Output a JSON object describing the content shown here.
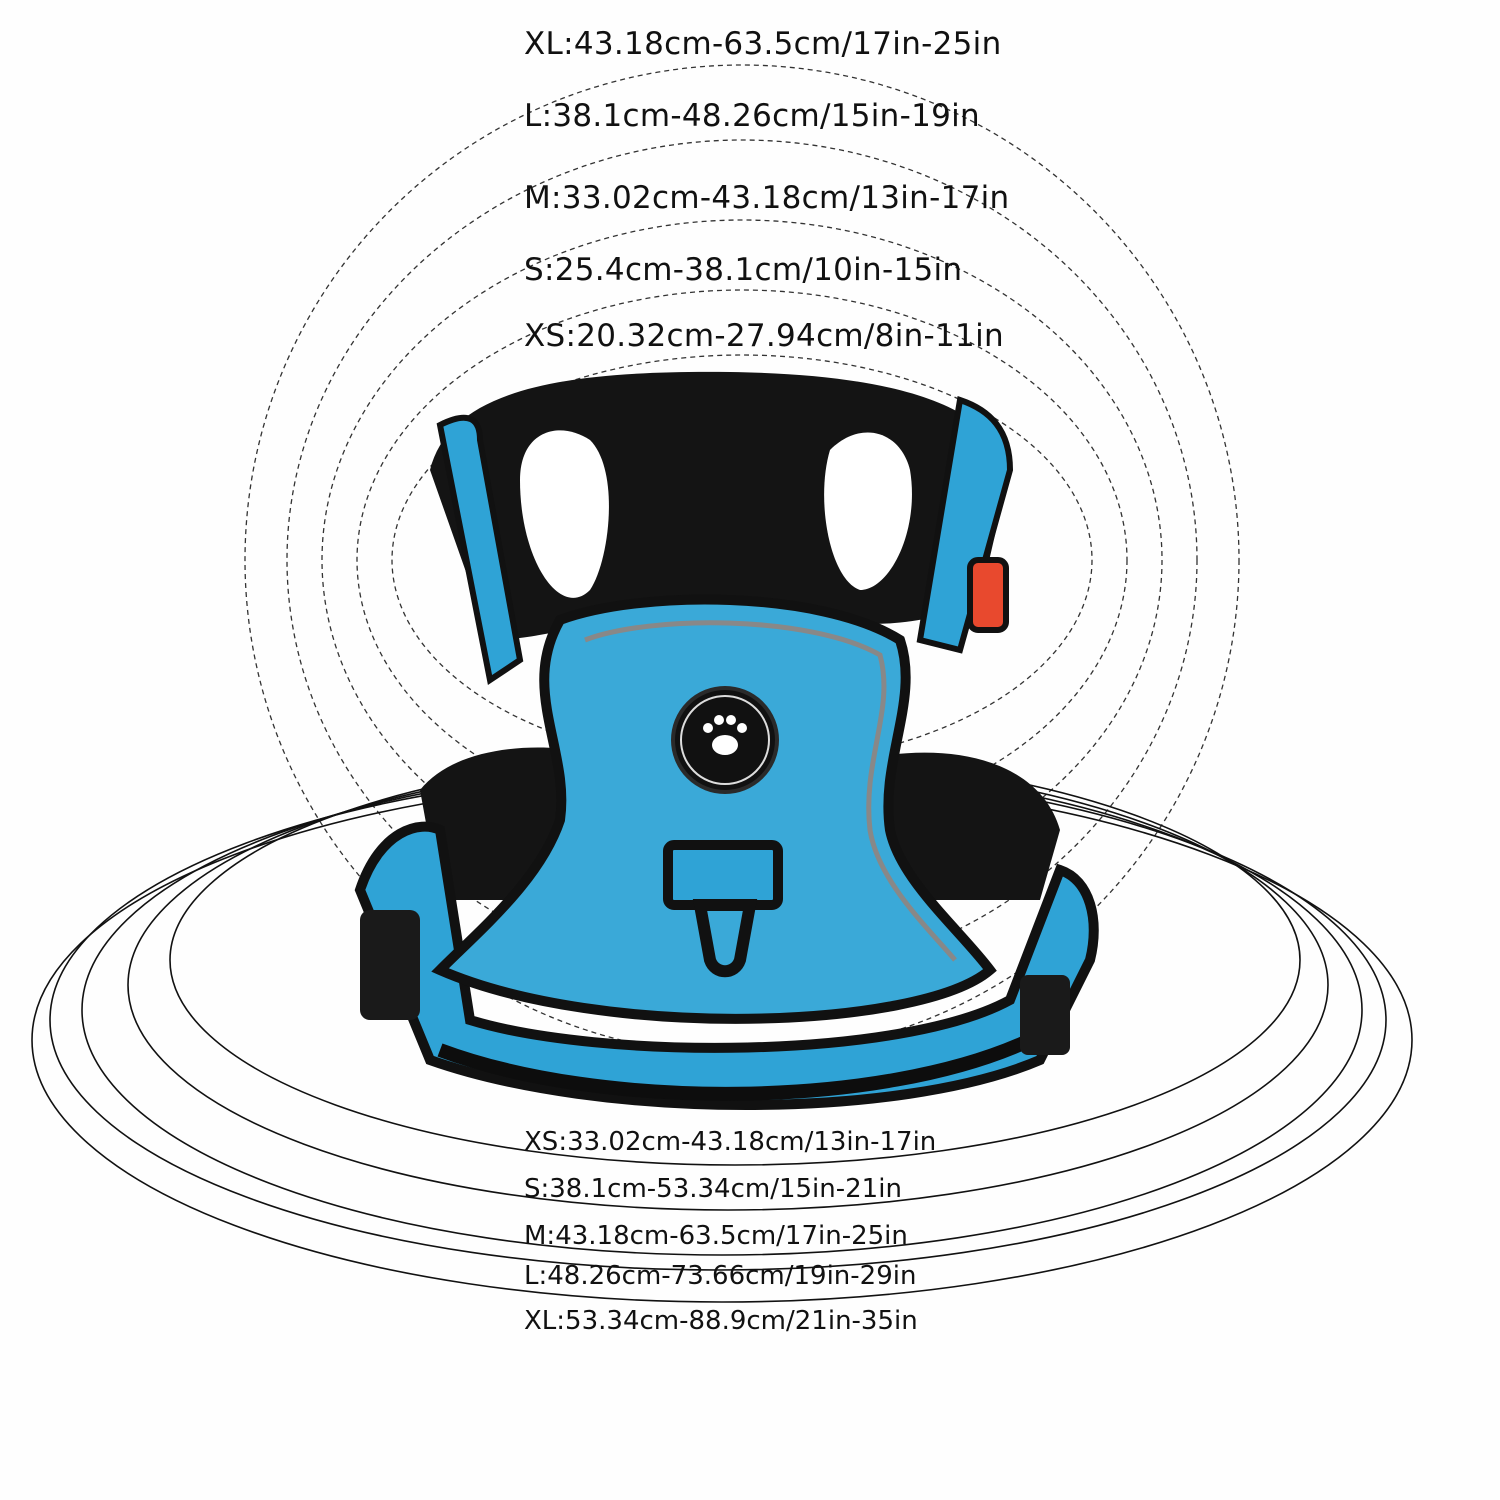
{
  "neck_sizes": [
    {
      "size": "XL",
      "label": "XL:43.18cm-63.5cm/17in-25in"
    },
    {
      "size": "L",
      "label": "L:38.1cm-48.26cm/15in-19in"
    },
    {
      "size": "M",
      "label": "M:33.02cm-43.18cm/13in-17in"
    },
    {
      "size": "S",
      "label": "S:25.4cm-38.1cm/10in-15in"
    },
    {
      "size": "XS",
      "label": "XS:20.32cm-27.94cm/8in-11in"
    }
  ],
  "chest_sizes": [
    {
      "size": "XS",
      "label": "XS:33.02cm-43.18cm/13in-17in"
    },
    {
      "size": "S",
      "label": "S:38.1cm-53.34cm/15in-21in"
    },
    {
      "size": "M",
      "label": "M:43.18cm-63.5cm/17in-25in"
    },
    {
      "size": "L",
      "label": "L:48.26cm-73.66cm/19in-29in"
    },
    {
      "size": "XL",
      "label": "XL:53.34cm-88.9cm/21in-35in"
    }
  ],
  "colors": {
    "harness_blue": "#2fa3d6",
    "padding": "#141414",
    "buckle_accent": "#e8492e"
  }
}
